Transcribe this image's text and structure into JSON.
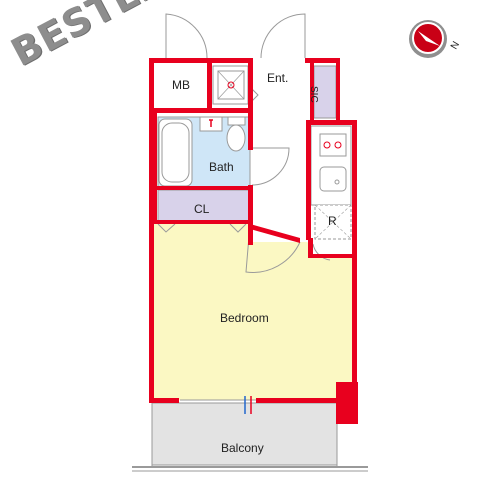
{
  "brand": {
    "logo_text": "BESTEX"
  },
  "compass": {
    "north_label": "N"
  },
  "rooms": {
    "mb": "MB",
    "entrance": "Ent.",
    "sic": "SIC",
    "bath": "Bath",
    "closet": "CL",
    "refrigerator": "R",
    "bedroom": "Bedroom",
    "balcony": "Balcony"
  },
  "colors": {
    "wall": "#e8001e",
    "bath_fill": "#cfe6f7",
    "closet_fill": "#d8d2ea",
    "bedroom_fill": "#fbf8c3",
    "balcony_fill": "#e3e3e3",
    "line": "#9a9a9a"
  }
}
